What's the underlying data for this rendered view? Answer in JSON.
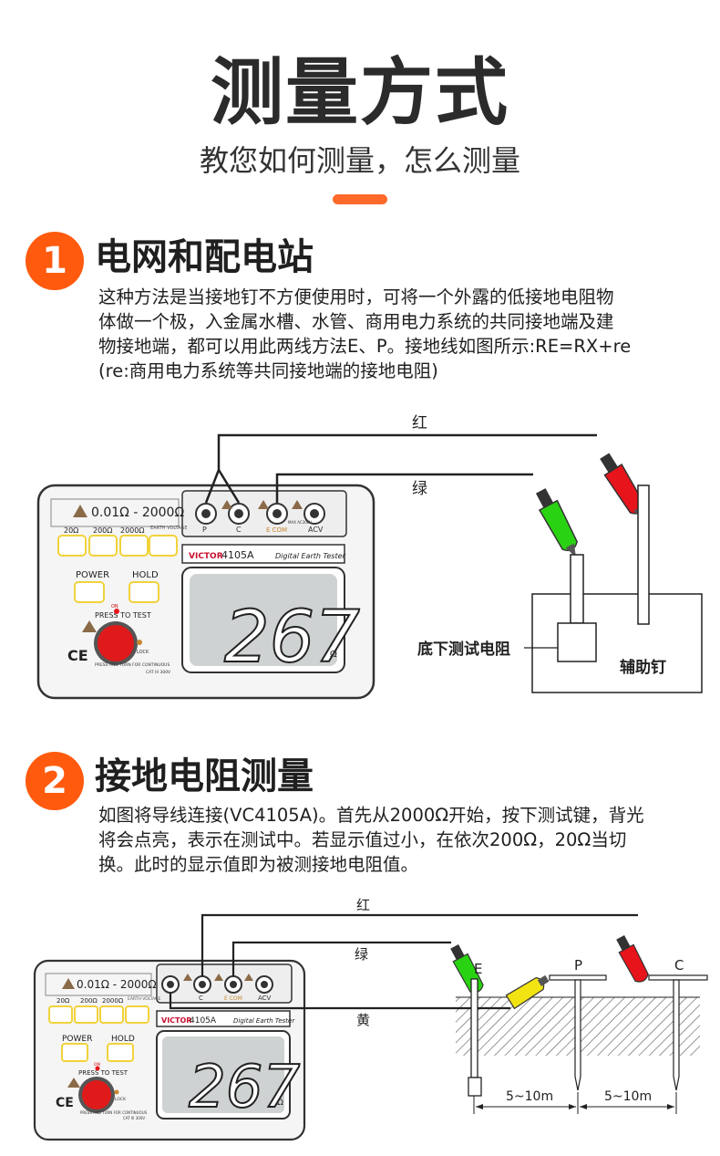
{
  "header": {
    "title": "测量方式",
    "subtitle": "教您如何测量，怎么测量"
  },
  "colors": {
    "accent": "#ff5a0e",
    "red_clip": "#e8141b",
    "green_clip": "#2ad312",
    "yellow_clip": "#f2e313",
    "lcd": "#cfd2d2"
  },
  "section1": {
    "number": "1",
    "title": "电网和配电站",
    "text_lines": [
      "这种方法是当接地钉不方便使用时，可将一个外露的低接地电阻物",
      "体做一个极，入金属水槽、水管、商用电力系统的共同接地端及建",
      "物接地端，都可以用此两线方法E、P。接地线如图所示:RE=RX+re",
      "(re:商用电力系统等共同接地端的接地电阻)"
    ],
    "diagram": {
      "wire_red_label": "红",
      "wire_green_label": "绿",
      "resistance_label": "底下测试电阻",
      "aux_label": "辅助钉"
    }
  },
  "section2": {
    "number": "2",
    "title": "接地电阻测量",
    "text_lines": [
      "如图将导线连接(VC4105A)。首先从2000Ω开始，按下测试键，背光",
      "将会点亮，表示在测试中。若显示值过小，在依次200Ω，20Ω当切",
      "换。此时的显示值即为被测接地电阻值。"
    ],
    "diagram": {
      "wire_red_label": "红",
      "wire_green_label": "绿",
      "wire_yellow_label": "黄",
      "spike_e": "E",
      "spike_p": "P",
      "spike_c": "C",
      "distance_1": "5~10m",
      "distance_2": "5~10m"
    }
  },
  "device": {
    "range_label": "0.01Ω - 2000Ω",
    "range_buttons": [
      "20Ω",
      "200Ω",
      "2000Ω"
    ],
    "earth_voltage": "EARTH VOLTAGE",
    "terminals": [
      "P",
      "C",
      "E COM",
      "ACV"
    ],
    "max_note": "MAX AC300V",
    "brand": "VICTOR",
    "model": "4105A",
    "product_name": "Digital Earth Tester",
    "power_label": "POWER",
    "hold_label": "HOLD",
    "press_label": "PRESS TO TEST",
    "on_label": "ON",
    "lock_label": "LOCK",
    "turn_note": "PRESS AND TURN FOR CONTINUOUS",
    "cat_label": "CAT III 300V",
    "ce_mark": "CE",
    "display_value": "267",
    "display_unit": "Ω"
  }
}
